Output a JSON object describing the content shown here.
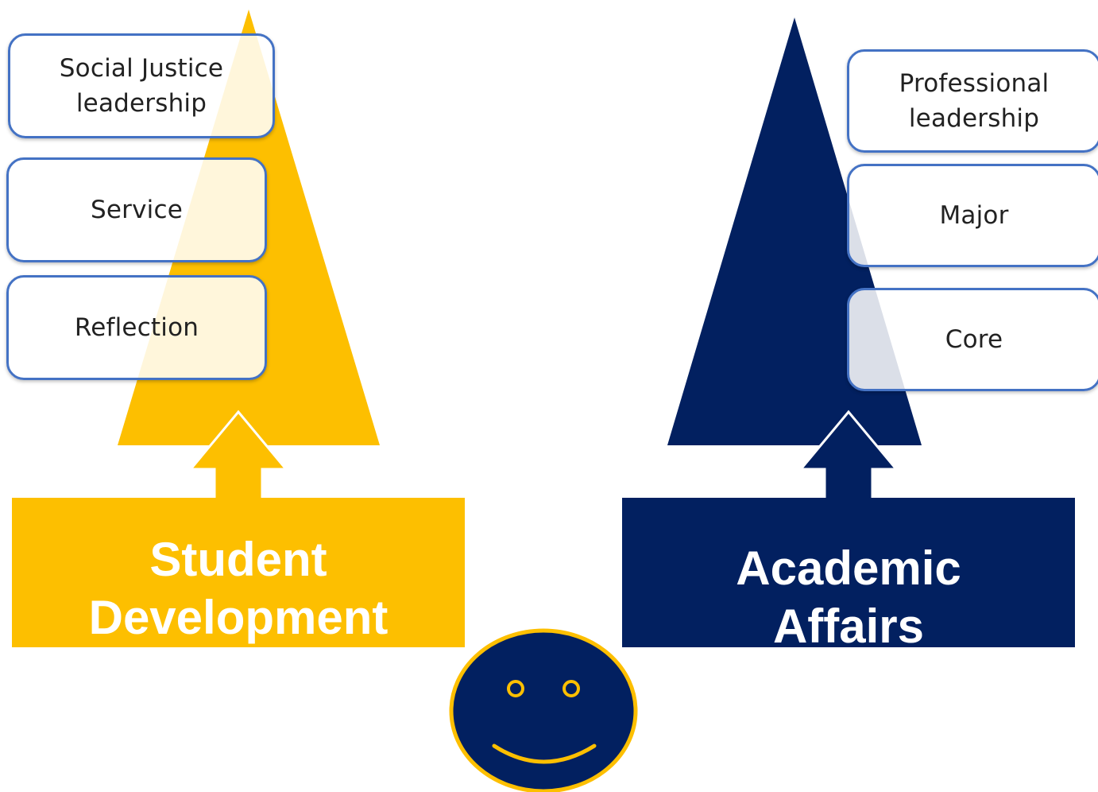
{
  "left": {
    "tiers": [
      "Social Justice\nleadership",
      "Service",
      "Reflection"
    ],
    "banner": "Student\nDevelopment",
    "color": "#fdbf00"
  },
  "right": {
    "tiers": [
      "Professional\nleadership",
      "Major",
      "Core"
    ],
    "banner": "Academic\nAffairs",
    "color": "#022060"
  },
  "tier_border_color": "#4472c4",
  "face": {
    "icon": "smiley-face-icon",
    "fill": "#022060",
    "outline": "#fdbf00"
  }
}
